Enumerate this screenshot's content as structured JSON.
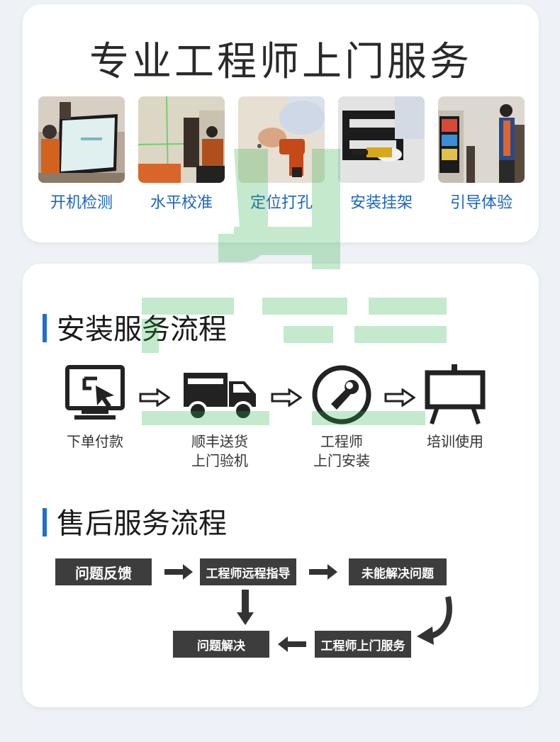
{
  "top_section": {
    "title": "专业工程师上门服务",
    "steps": [
      {
        "label": "开机检测",
        "icon": "tv-test-photo"
      },
      {
        "label": "水平校准",
        "icon": "level-calibration-photo"
      },
      {
        "label": "定位打孔",
        "icon": "drilling-photo"
      },
      {
        "label": "安装挂架",
        "icon": "bracket-install-photo"
      },
      {
        "label": "引导体验",
        "icon": "guide-experience-photo"
      }
    ]
  },
  "install_section": {
    "title": "安装服务流程",
    "steps": [
      {
        "label_line1": "下单付款",
        "label_line2": "",
        "icon": "computer-click-icon"
      },
      {
        "label_line1": "顺丰送货",
        "label_line2": "上门验机",
        "icon": "truck-icon"
      },
      {
        "label_line1": "工程师",
        "label_line2": "上门安装",
        "icon": "wrench-icon"
      },
      {
        "label_line1": "培训使用",
        "label_line2": "",
        "icon": "easel-board-icon"
      }
    ]
  },
  "aftersale_section": {
    "title": "售后服务流程",
    "boxes": {
      "feedback": "问题反馈",
      "remote_guide": "工程师远程指导",
      "unresolved": "未能解决问题",
      "onsite": "工程师上门服务",
      "resolved": "问题解决"
    }
  },
  "colors": {
    "accent_blue": "#1d6fd3",
    "label_blue": "#1a64c4",
    "dark_box": "#3d3d3d",
    "watermark_green": "#2fb14a"
  }
}
